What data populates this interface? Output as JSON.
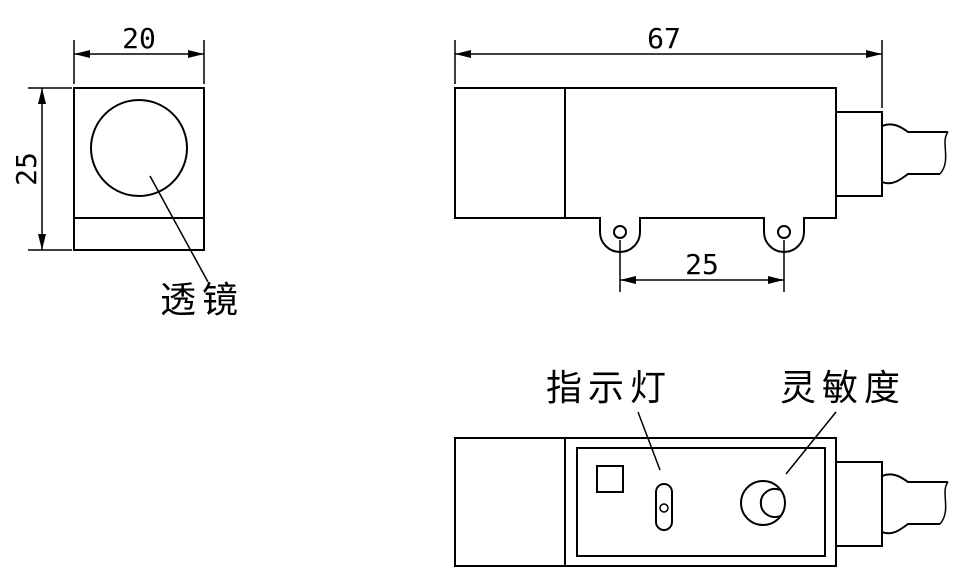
{
  "dimensions": {
    "front_width": "20",
    "front_height": "25",
    "side_length": "67",
    "mount_spacing": "25"
  },
  "labels": {
    "lens": "透镜",
    "indicator": "指示灯",
    "sensitivity": "灵敏度"
  },
  "colors": {
    "line": "#000000",
    "background": "#ffffff"
  }
}
